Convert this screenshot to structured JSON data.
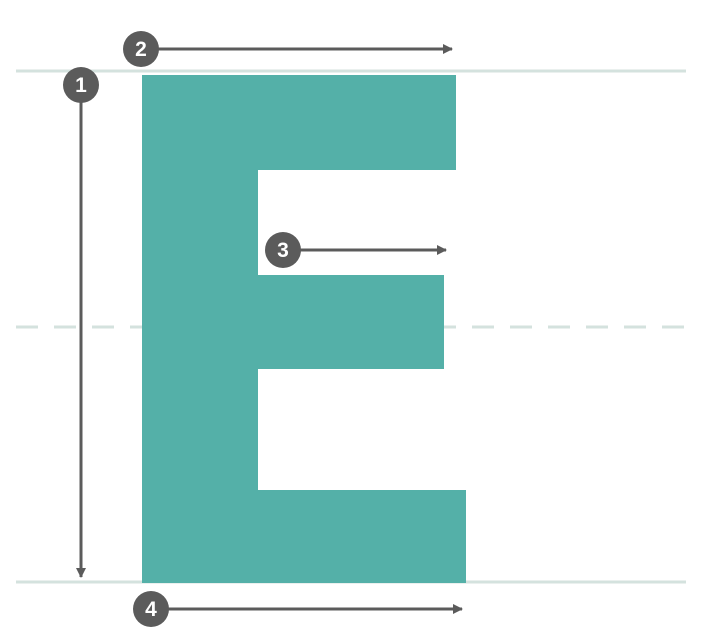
{
  "colors": {
    "letter": "#54b0a8",
    "guide": "#d4e2de",
    "arrow": "#5b5b5b",
    "badge": "#5b5b5b",
    "badge_text": "#ffffff"
  },
  "letter": {
    "glyph": "E"
  },
  "steps": [
    {
      "number": "1",
      "direction": "down"
    },
    {
      "number": "2",
      "direction": "right"
    },
    {
      "number": "3",
      "direction": "right"
    },
    {
      "number": "4",
      "direction": "right"
    }
  ]
}
